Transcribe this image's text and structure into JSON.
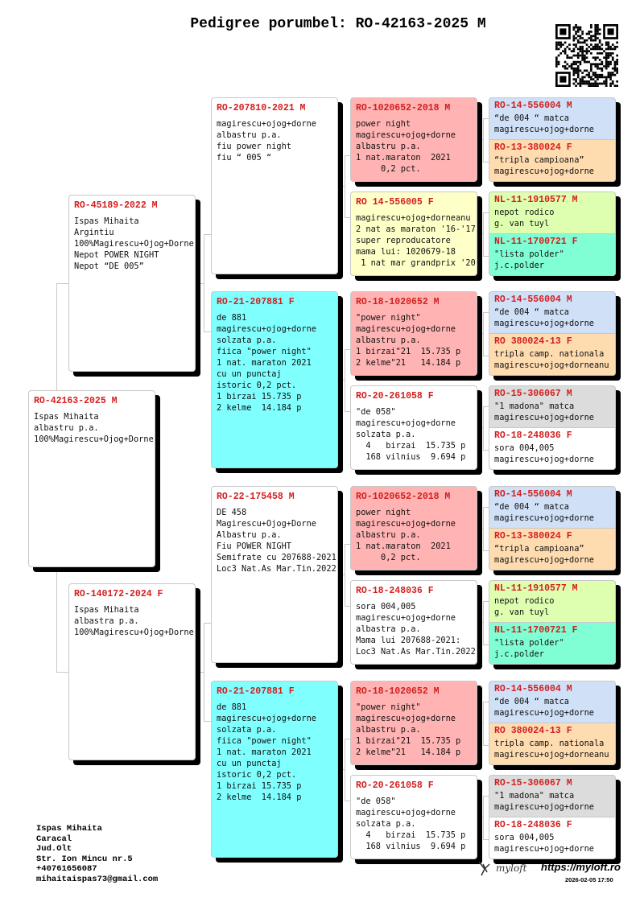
{
  "title": "Pedigree porumbel: RO-42163-2025 M",
  "colors": {
    "red": "#ffb3b3",
    "blue": "#cfe0f7",
    "orange": "#ffdcb0",
    "yellow": "#ffffc8",
    "lime": "#dfffb0",
    "teal": "#80ffd4",
    "cyan": "#80ffff",
    "grey": "#dcdcdc",
    "white": "#ffffff",
    "id_text": "#d21f1f"
  },
  "gen0": [
    {
      "id": "RO-42163-2025 M",
      "color": "white",
      "lines": [
        "Ispas Mihaita",
        "albastru p.a.",
        "100%Magirescu+Ojog+Dorne"
      ]
    }
  ],
  "gen1": [
    {
      "id": "RO-45189-2022 M",
      "color": "white",
      "lines": [
        "Ispas Mihaita",
        "Argintiu",
        "100%Magirescu+Ojog+Dorne",
        "Nepot POWER NIGHT",
        "Nepot “DE 005”"
      ]
    },
    {
      "id": "RO-140172-2024 F",
      "color": "white",
      "lines": [
        "Ispas Mihaita",
        "albastra p.a.",
        "100%Magirescu+Ojog+Dorne"
      ]
    }
  ],
  "gen2": [
    {
      "id": "RO-207810-2021 M",
      "color": "white",
      "lines": [
        "magirescu+ojog+dorne",
        "albastru p.a.",
        "fiu power night",
        "fiu “ 005 “"
      ]
    },
    {
      "id": "RO-21-207881 F",
      "color": "cyan",
      "lines": [
        "de 881",
        "magirescu+ojog+dorne",
        "solzata p.a.",
        "fiica \"power night\"",
        "1 nat. maraton 2021",
        "cu un punctaj",
        "istoric 0,2 pct.",
        "1 birzai 15.735 p",
        "2 kelme  14.184 p"
      ]
    },
    {
      "id": "RO-22-175458 M",
      "color": "white",
      "lines": [
        "DE 458",
        "Magirescu+Ojog+Dorne",
        "Albastru p.a.",
        "Fiu POWER NIGHT",
        "Semifrate cu 207688-2021",
        "Loc3 Nat.As Mar.Tin.2022"
      ]
    },
    {
      "id": "RO-21-207881 F",
      "color": "cyan",
      "lines": [
        "de 881",
        "magirescu+ojog+dorne",
        "solzata p.a.",
        "fiica \"power night\"",
        "1 nat. maraton 2021",
        "cu un punctaj",
        "istoric 0,2 pct.",
        "1 birzai 15.735 p",
        "2 kelme  14.184 p"
      ]
    }
  ],
  "gen3": [
    {
      "id": "RO-1020652-2018 M",
      "color": "red",
      "lines": [
        "power night",
        "magirescu+ojog+dorne",
        "albastru p.a.",
        "1 nat.maraton  2021",
        "     0,2 pct."
      ]
    },
    {
      "id": "RO 14-556005 F",
      "color": "yellow",
      "lines": [
        "magirescu+ojog+dorneanu",
        "2 nat as maraton '16-'17",
        "super reproducatore",
        "mama lui: 1020679-18",
        " 1 nat mar grandprix '20"
      ]
    },
    {
      "id": "RO-18-1020652 M",
      "color": "red",
      "lines": [
        "\"power night\"",
        "magirescu+ojog+dorne",
        "albastru p.a.",
        "1 birzai\"21  15.735 p",
        "2 kelme\"21   14.184 p"
      ]
    },
    {
      "id": "RO-20-261058 F",
      "color": "white",
      "lines": [
        "\"de 058\"",
        "magirescu+ojog+dorne",
        "solzata p.a.",
        "  4   birzai  15.735 p",
        "  168 vilnius  9.694 p"
      ]
    },
    {
      "id": "RO-1020652-2018 M",
      "color": "red",
      "lines": [
        "power night",
        "magirescu+ojog+dorne",
        "albastru p.a.",
        "1 nat.maraton  2021",
        "     0,2 pct."
      ]
    },
    {
      "id": "RO-18-248036 F",
      "color": "white",
      "lines": [
        "sora 004,005",
        "magirescu+ojog+dorne",
        "albastra p.a.",
        "Mama lui 207688-2021:",
        "Loc3 Nat.As Mar.Tin.2022"
      ]
    },
    {
      "id": "RO-18-1020652 M",
      "color": "red",
      "lines": [
        "\"power night\"",
        "magirescu+ojog+dorne",
        "albastru p.a.",
        "1 birzai\"21  15.735 p",
        "2 kelme\"21   14.184 p"
      ]
    },
    {
      "id": "RO-20-261058 F",
      "color": "white",
      "lines": [
        "\"de 058\"",
        "magirescu+ojog+dorne",
        "solzata p.a.",
        "  4   birzai  15.735 p",
        "  168 vilnius  9.694 p"
      ]
    }
  ],
  "gen4": [
    {
      "id": "RO-14-556004 M",
      "color": "blue",
      "lines": [
        "“de 004 “ matca",
        "magirescu+ojog+dorne"
      ]
    },
    {
      "id": "RO-13-380024 F",
      "color": "orange",
      "lines": [
        "“tripla campioana”",
        "magirescu+ojog+dorne"
      ]
    },
    {
      "id": "NL-11-1910577 M",
      "color": "lime",
      "lines": [
        "nepot rodico",
        "g. van tuyl"
      ]
    },
    {
      "id": "NL-11-1700721 F",
      "color": "teal",
      "lines": [
        "\"lista polder\"",
        "j.c.polder"
      ]
    },
    {
      "id": "RO-14-556004 M",
      "color": "blue",
      "lines": [
        "“de 004 “ matca",
        "magirescu+ojog+dorne"
      ]
    },
    {
      "id": "RO 380024-13 F",
      "color": "orange",
      "lines": [
        "tripla camp. nationala",
        "magirescu+ojog+dorneanu"
      ]
    },
    {
      "id": "RO-15-306067 M",
      "color": "grey",
      "lines": [
        "\"1 madona\" matca",
        "magirescu+ojog+dorne"
      ]
    },
    {
      "id": "RO-18-248036 F",
      "color": "white",
      "lines": [
        "sora 004,005",
        "magirescu+ojog+dorne"
      ]
    },
    {
      "id": "RO-14-556004 M",
      "color": "blue",
      "lines": [
        "“de 004 “ matca",
        "magirescu+ojog+dorne"
      ]
    },
    {
      "id": "RO-13-380024 F",
      "color": "orange",
      "lines": [
        "“tripla campioana”",
        "magirescu+ojog+dorne"
      ]
    },
    {
      "id": "NL-11-1910577 M",
      "color": "lime",
      "lines": [
        "nepot rodico",
        "g. van tuyl"
      ]
    },
    {
      "id": "NL-11-1700721 F",
      "color": "teal",
      "lines": [
        "\"lista polder\"",
        "j.c.polder"
      ]
    },
    {
      "id": "RO-14-556004 M",
      "color": "blue",
      "lines": [
        "“de 004 “ matca",
        "magirescu+ojog+dorne"
      ]
    },
    {
      "id": "RO 380024-13 F",
      "color": "orange",
      "lines": [
        "tripla camp. nationala",
        "magirescu+ojog+dorneanu"
      ]
    },
    {
      "id": "RO-15-306067 M",
      "color": "grey",
      "lines": [
        "\"1 madona\" matca",
        "magirescu+ojog+dorne"
      ]
    },
    {
      "id": "RO-18-248036 F",
      "color": "white",
      "lines": [
        "sora 004,005",
        "magirescu+ojog+dorne"
      ]
    }
  ],
  "owner": {
    "lines": [
      "Ispas Mihaita",
      "Caracal",
      "Jud.Olt",
      "Str. Ion Mincu nr.5",
      "+40761656087",
      "mihaitaispas73@gmail.com"
    ]
  },
  "footer": {
    "logo_text": "myloft",
    "url": "https://myloft.ro",
    "timestamp": "2026-02-05 17:50"
  }
}
